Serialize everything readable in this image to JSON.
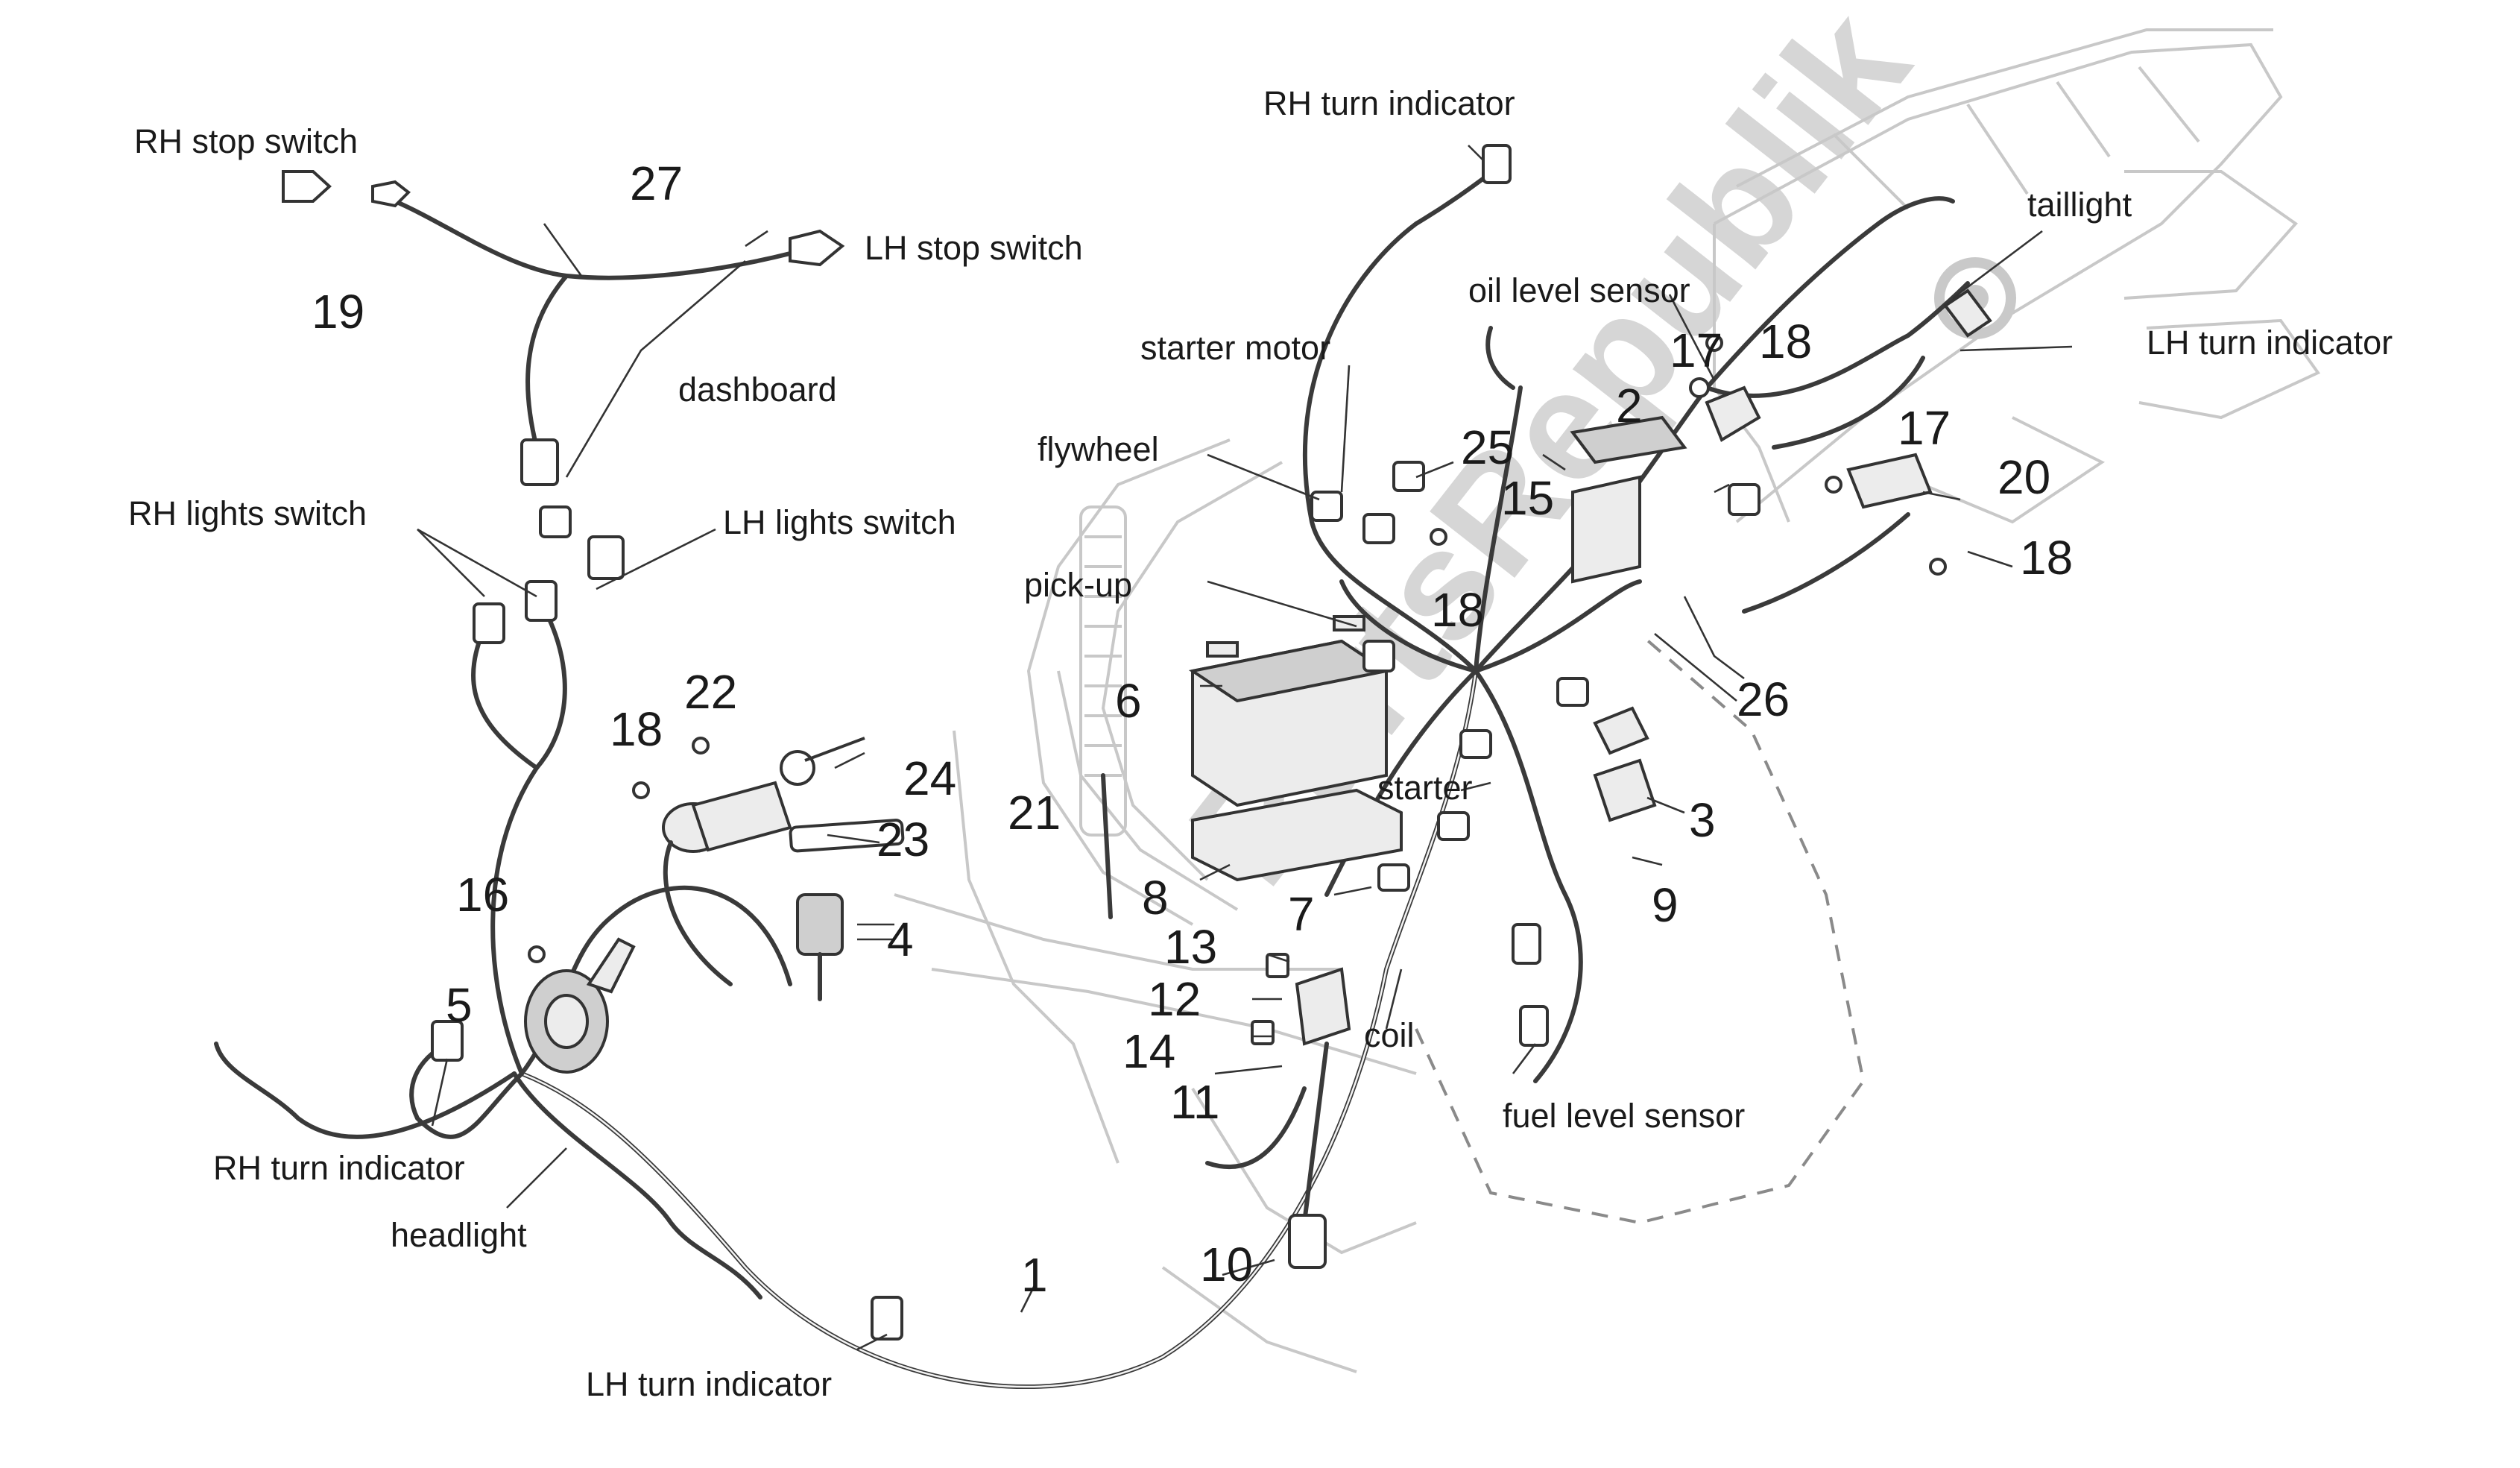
{
  "callouts": {
    "rh_stop_switch": "RH stop switch",
    "lh_stop_switch": "LH stop switch",
    "dashboard": "dashboard",
    "rh_lights_switch": "RH lights switch",
    "lh_lights_switch": "LH lights switch",
    "rh_turn_indicator_top": "RH turn indicator",
    "oil_level_sensor": "oil level sensor",
    "starter_motor": "starter motor",
    "flywheel": "flywheel",
    "pick_up": "pick-up",
    "taillight": "taillight",
    "lh_turn_indicator_right": "LH turn indicator",
    "starter": "starter",
    "coil": "coil",
    "fuel_level_sensor": "fuel level sensor",
    "rh_turn_indicator_left": "RH turn indicator",
    "headlight": "headlight",
    "lh_turn_indicator_bottom": "LH turn indicator"
  },
  "part_numbers": {
    "n27": "27",
    "n19": "19",
    "n25": "25",
    "n17a": "17",
    "n18a": "18",
    "n2": "2",
    "n15": "15",
    "n17b": "17",
    "n20": "20",
    "n18b": "18",
    "n18c": "18",
    "n26": "26",
    "n6": "6",
    "n3": "3",
    "n9": "9",
    "n18d": "18",
    "n22": "22",
    "n24": "24",
    "n23": "23",
    "n21": "21",
    "n8": "8",
    "n7": "7",
    "n16": "16",
    "n4": "4",
    "n13": "13",
    "n12": "12",
    "n5": "5",
    "n14": "14",
    "n11": "11",
    "n10": "10",
    "n1": "1"
  },
  "watermark": "PartsRepublik",
  "colors": {
    "ink": "#1a1a1a",
    "frame": "#c8c8c8",
    "watermark": "#c9c9c9"
  }
}
